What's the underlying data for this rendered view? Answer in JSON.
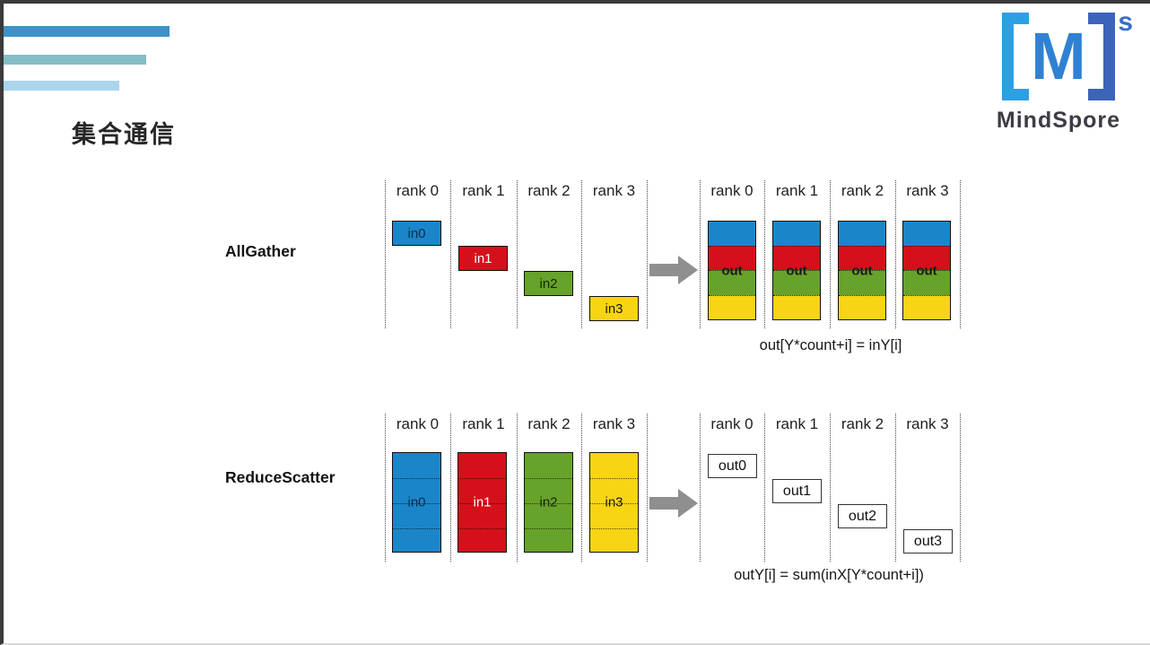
{
  "title": "集合通信",
  "logo": {
    "letter": "M",
    "superscript": "s",
    "wordmark": "MindSpore"
  },
  "colors": {
    "stripe_dark": "#3d92c6",
    "stripe_mid": "#85bdc4",
    "stripe_light": "#aad5ec",
    "box_blue": "#1a86c9",
    "box_red": "#d5101a",
    "box_green": "#67a22b",
    "box_yellow": "#f7d414",
    "arrow_gray": "#8f8f8f",
    "logo_blue": "#2f82d2"
  },
  "allgather": {
    "label": "AllGather",
    "left_ranks": [
      "rank 0",
      "rank 1",
      "rank 2",
      "rank 3"
    ],
    "right_ranks": [
      "rank 0",
      "rank 1",
      "rank 2",
      "rank 3"
    ],
    "inputs": [
      "in0",
      "in1",
      "in2",
      "in3"
    ],
    "output_label": "out",
    "formula": "out[Y*count+i] = inY[i]"
  },
  "reducescatter": {
    "label": "ReduceScatter",
    "left_ranks": [
      "rank 0",
      "rank 1",
      "rank 2",
      "rank 3"
    ],
    "right_ranks": [
      "rank 0",
      "rank 1",
      "rank 2",
      "rank 3"
    ],
    "inputs": [
      "in0",
      "in1",
      "in2",
      "in3"
    ],
    "outputs": [
      "out0",
      "out1",
      "out2",
      "out3"
    ],
    "formula": "outY[i] = sum(inX[Y*count+i])"
  }
}
